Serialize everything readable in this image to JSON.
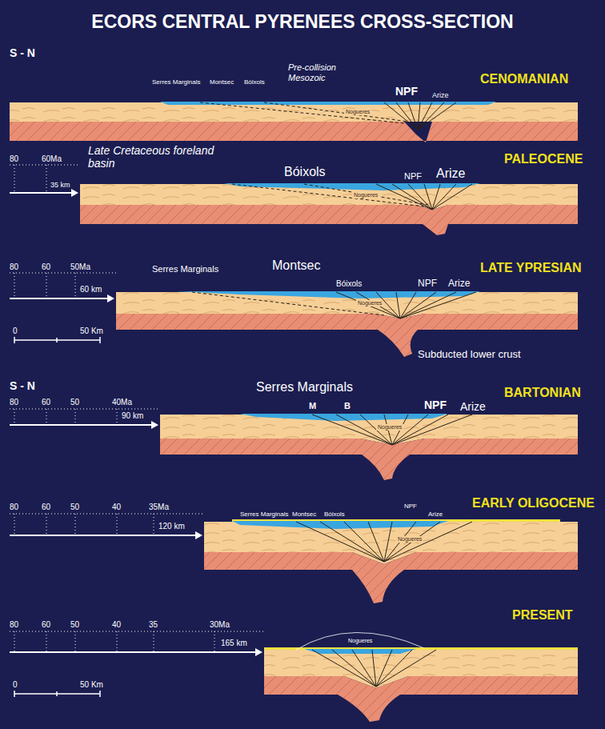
{
  "diagram": {
    "title": "ECORS CENTRAL PYRENEES CROSS-SECTION",
    "labels": [
      "S - N",
      "Serres Marginals",
      "Montsec",
      "Bóixols",
      "Pre-collision Mesozoic",
      "NPF",
      "Arize",
      "CENOMANIAN",
      "Nogueres",
      "80",
      "60Ma",
      "35 km",
      "Late Cretaceous foreland basin",
      "Bóixols",
      "NPF",
      "Arize",
      "PALEOCENE",
      "Nogueres",
      "80",
      "60",
      "50Ma",
      "60 km",
      "Serres Marginals",
      "Montsec",
      "Bóixols",
      "NPF",
      "Arize",
      "LATE YPRESIAN",
      "Nogueres",
      "0",
      "50 Km",
      "Subducted lower crust",
      "S - N",
      "80",
      "60",
      "50",
      "40Ma",
      "90 km",
      "Serres Marginals",
      "M",
      "B",
      "NPF",
      "Arize",
      "BARTONIAN",
      "Nogueres",
      "80",
      "60",
      "50",
      "40",
      "35Ma",
      "120 km",
      "Serres Marginals",
      "Montsec",
      "Bóixols",
      "NPF",
      "Arize",
      "EARLY OLIGOCENE",
      "Nogueres",
      "80",
      "60",
      "50",
      "40",
      "35",
      "30Ma",
      "165 km",
      "PRESENT",
      "Nogueres",
      "0",
      "50 Km"
    ]
  }
}
